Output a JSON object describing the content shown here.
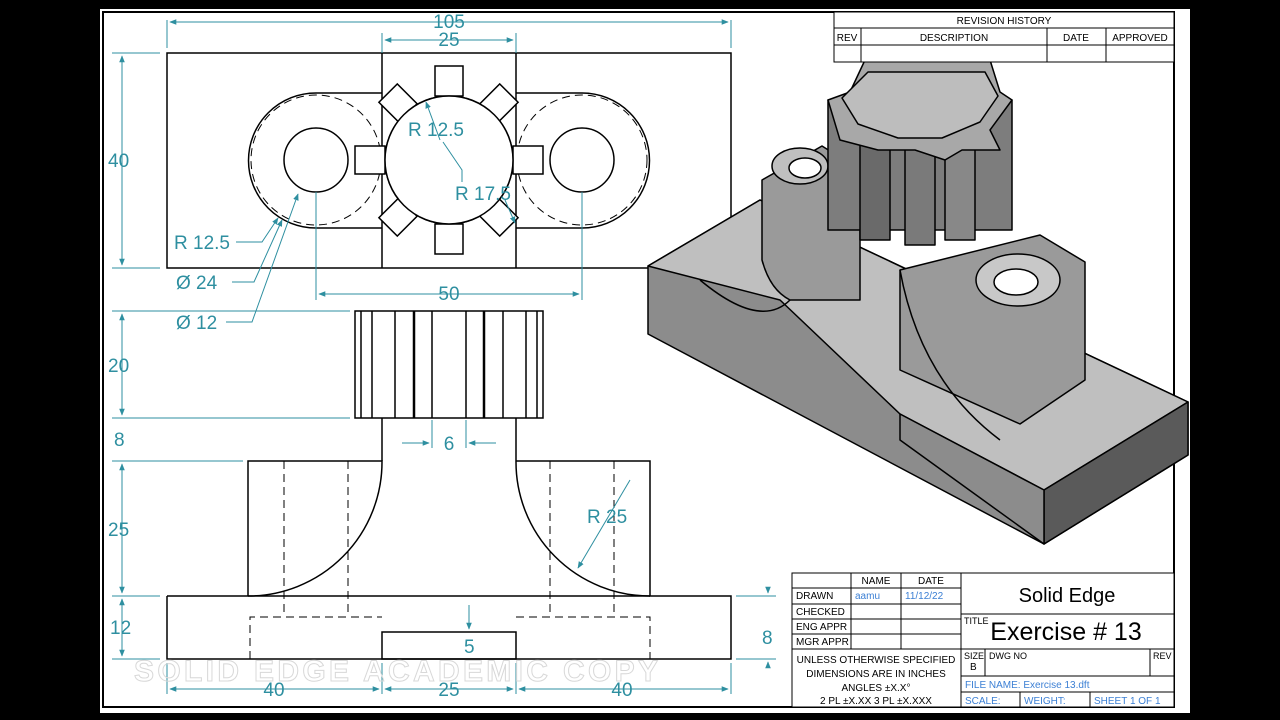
{
  "views": {
    "top": {
      "dim_overall_width": "105",
      "dim_gear_width": "25",
      "dim_height": "40",
      "label_r_small": "R 12.5",
      "label_r_gear_root": "R 12.5",
      "label_r_gear_tip": "R 17.5",
      "label_dia_24": "Ø 24",
      "label_dia_12": "Ø 12",
      "dim_hole_spacing": "50"
    },
    "middle": {
      "dim_height": "20",
      "dim_tooth": "6"
    },
    "front": {
      "dim_step": "8",
      "dim_upright": "25",
      "dim_base": "12",
      "label_radius": "R 25",
      "dim_slot_depth": "5",
      "dim_base_right": "8",
      "dim_left": "40",
      "dim_center": "25",
      "dim_right": "40"
    }
  },
  "watermark": "SOLID EDGE ACADEMIC COPY",
  "revision_block": {
    "title": "REVISION HISTORY",
    "columns": [
      "REV",
      "DESCRIPTION",
      "DATE",
      "APPROVED"
    ]
  },
  "title_block": {
    "col_name": "NAME",
    "col_date": "DATE",
    "rows": [
      {
        "label": "DRAWN",
        "name": "aamu",
        "date": "11/12/22"
      },
      {
        "label": "CHECKED",
        "name": "",
        "date": ""
      },
      {
        "label": "ENG APPR",
        "name": "",
        "date": ""
      },
      {
        "label": "MGR APPR",
        "name": "",
        "date": ""
      }
    ],
    "notes": [
      "UNLESS OTHERWISE SPECIFIED",
      "DIMENSIONS ARE IN INCHES",
      "ANGLES ±X.X°",
      "2 PL ±X.XX 3 PL ±X.XXX"
    ],
    "company": "Solid Edge",
    "title_label": "TITLE",
    "title": "Exercise # 13",
    "size_label": "SIZE",
    "size": "B",
    "dwg_no_label": "DWG NO",
    "rev_label": "REV",
    "file_name": "FILE NAME: Exercise 13.dft",
    "scale_label": "SCALE:",
    "weight_label": "WEIGHT:",
    "sheet": "SHEET 1 OF 1"
  },
  "colors": {
    "dimension": "#2e8fa0",
    "line": "#000000",
    "shade_light": "#bfbfbf",
    "shade_mid": "#8c8c8c",
    "shade_dark": "#5a5a5a"
  }
}
